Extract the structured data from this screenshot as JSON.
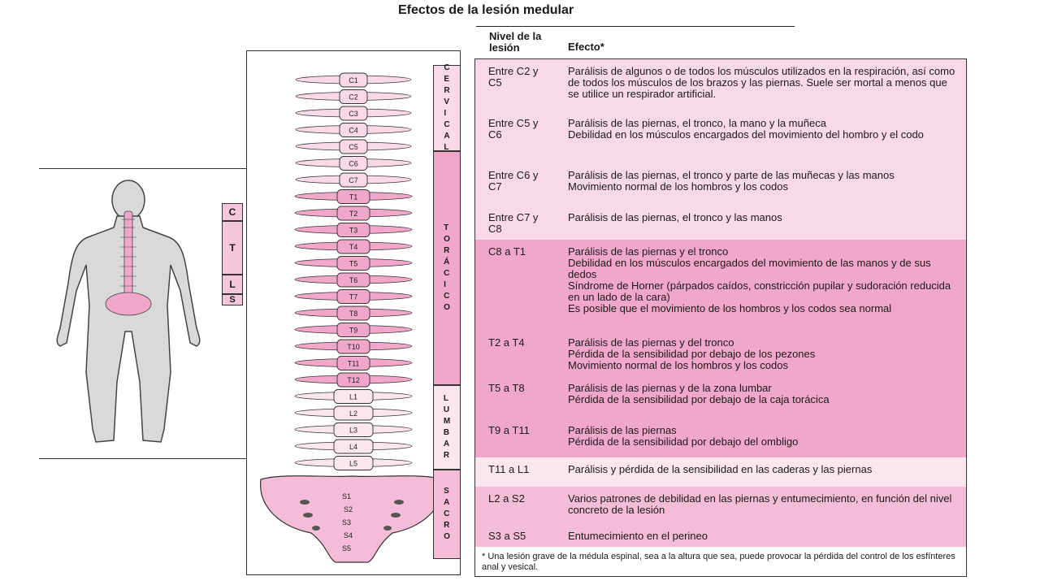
{
  "title": "Efectos de la lesión medular",
  "header": {
    "level": "Nivel de la lesión",
    "effect": "Efecto*"
  },
  "mini_labels": [
    "C",
    "T",
    "L",
    "S"
  ],
  "regions": [
    "CERVICAL",
    "TORÁCICO",
    "LUMBAR",
    "SACRO"
  ],
  "vertebrae_labels": [
    "C1",
    "C2",
    "C3",
    "C4",
    "C5",
    "C6",
    "C7",
    "T1",
    "T2",
    "T3",
    "T4",
    "T5",
    "T6",
    "T7",
    "T8",
    "T9",
    "T10",
    "T11",
    "T12",
    "L1",
    "L2",
    "L3",
    "L4",
    "L5",
    "S1",
    "S2",
    "S3",
    "S4",
    "S5"
  ],
  "rows": [
    {
      "level": "Entre C2 y C5",
      "effect": "Parálisis de algunos o de todos los músculos utilizados en la respiración, así como de todos los músculos de los brazos y las piernas. Suele ser mortal a menos que se utilice un respirador artificial."
    },
    {
      "level": "Entre C5 y C6",
      "effect": "Parálisis de las piernas, el tronco, la mano y la muñeca\nDebilidad en los músculos encargados del movimiento del hombro y el codo"
    },
    {
      "level": "Entre C6 y C7",
      "effect": "Parálisis de las piernas, el tronco y parte de las muñecas y las manos\nMovimiento normal de los hombros y los codos"
    },
    {
      "level": "Entre C7 y C8",
      "effect": "Parálisis de las piernas, el tronco y las manos"
    },
    {
      "level": "C8 a T1",
      "effect": "Parálisis de las piernas y el tronco\nDebilidad en los músculos encargados del movimiento de las manos y de sus dedos\nSíndrome de Horner (párpados caídos, constricción pupilar y sudoración reducida en un lado de la cara)\nEs posible que el movimiento de los hombros y los codos sea normal"
    },
    {
      "level": "T2 a T4",
      "effect": "Parálisis de las piernas y del tronco\nPérdida de la sensibilidad por debajo de los pezones\nMovimiento normal de los hombros y los codos"
    },
    {
      "level": "T5 a T8",
      "effect": "Parálisis de las piernas y de la zona lumbar\nPérdida de la sensibilidad por debajo de la caja torácica"
    },
    {
      "level": "T9 a T11",
      "effect": "Parálisis de las piernas\nPérdida de la sensibilidad por debajo del ombligo"
    },
    {
      "level": "T11 a L1",
      "effect": "Parálisis y pérdida de la sensibilidad en las caderas y las piernas"
    },
    {
      "level": "L2 a S2",
      "effect": "Varios patrones de debilidad en las piernas y entumecimiento, en función del nivel concreto de la lesión"
    },
    {
      "level": "S3 a S5",
      "effect": "Entumecimiento en el perineo"
    }
  ],
  "footnote": "* Una lesión grave de la médula espinal, sea a la altura que sea, puede provocar la pérdida del control de los esfínteres anal y vesical.",
  "colors": {
    "cervical": "#f9d9e8",
    "thoracic": "#f1a7c9",
    "lumbar": "#fbe6ef",
    "sacral": "#f4bcd6",
    "outline": "#333333"
  }
}
